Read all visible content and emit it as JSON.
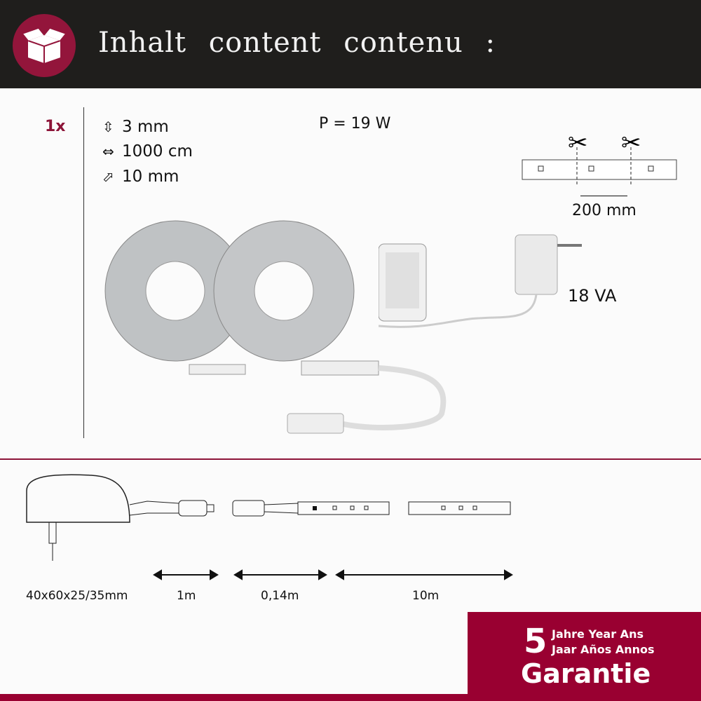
{
  "header": {
    "title": "Inhalt content contenu :",
    "icon": "box-icon"
  },
  "quantity": "1x",
  "specs": [
    {
      "icon": "height-arrow-icon",
      "glyph": "⇳",
      "text": "3 mm"
    },
    {
      "icon": "width-arrow-icon",
      "glyph": "⇔",
      "text": "1000 cm"
    },
    {
      "icon": "diagonal-arrow-icon",
      "glyph": "⬀",
      "text": "10 mm"
    }
  ],
  "power": "P = 19 W",
  "cut_length": "200 mm",
  "adapter_rating": "18 VA",
  "dimensions": {
    "adapter": "40x60x25/35mm",
    "cable1": "1m",
    "cable2": "0,14m",
    "strip": "10m"
  },
  "warranty": {
    "years": "5",
    "line1": "Jahre Year Ans",
    "line2": "Jaar Años Annos",
    "line3": "Garantie"
  },
  "colors": {
    "header": "#1f1e1c",
    "accent": "#990031"
  }
}
